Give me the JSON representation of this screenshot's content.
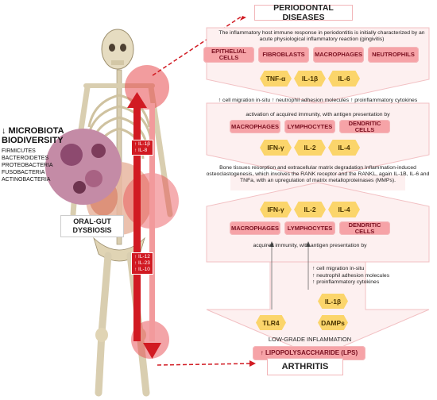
{
  "left": {
    "microbiota_title": "↓ MICROBIOTA BIODIVERSITY",
    "bacteria": [
      "FIRMICUTES",
      "BACTEROIDETES",
      "PROTEOBACTERIA",
      "FUSOBACTERIA",
      "ACTINOBACTERIA"
    ],
    "dysbiosis": "ORAL-GUT DYSBIOSIS",
    "upper_labels": [
      "↑ IL-1β",
      "↑ IL-8"
    ],
    "lower_labels": [
      "↑ IL-12",
      "↑ IL-23",
      "↑ IL-10"
    ]
  },
  "right": {
    "title_top": "PERIODONTAL DISEASES",
    "intro": "The inflammatory host immune response in periodontitis is initially characterized by an acute physiological inflammatory reaction (gingivitis)",
    "cells_row1": [
      "EPITHELIAL CELLS",
      "FIBROBLASTS",
      "MACROPHAGES",
      "NEUTROPHILS"
    ],
    "cytokines_row1": [
      "TNF-α",
      "IL-1β",
      "IL-6"
    ],
    "migration_line": "↑ cell migration in-situ ↑ neutrophil adhesion molecules ↑ proinflammatory cytokines",
    "acquired_line": "activation of acquired immunity, with antigen presentation by",
    "cells_row2": [
      "MACROPHAGES",
      "LYMPHOCYTES",
      "DENDRITIC CELLS"
    ],
    "cytokines_row2": [
      "IFN-γ",
      "IL-2",
      "IL-4"
    ],
    "bone_text": "Bone tissues resorption and extracellular matrix degradation Inflammation-induced osteoclastogenesis, which involves the RANK receptor and the RANKL, again IL-1B, IL-6 and TNFa, with an upregulation of matrix metalloproteinases (MMPs).",
    "cytokines_row3": [
      "IFN-γ",
      "IL-2",
      "IL-4"
    ],
    "cells_row3": [
      "MACROPHAGES",
      "LYMPHOCYTES",
      "DENDRITIC CELLS"
    ],
    "acquired_line2": "acquired immunity, with antigen presentation by",
    "migration_list": [
      "↑ cell migration in-situ",
      "↑ neutrophil adhesion molecules",
      "↑ proinflammatory cytokines"
    ],
    "il1b": "IL-1β",
    "tlr4": "TLR4",
    "damps": "DAMPs",
    "low_grade": "LOW-GRADE INFLAMMATION",
    "lps": "↑ LIPOPOLYSACCHARIDE (LPS)",
    "title_bottom": "ARTHRITIS"
  }
}
